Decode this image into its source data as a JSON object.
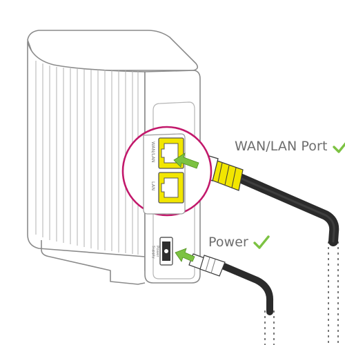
{
  "labels": {
    "wan_lan_port": "WAN/LAN Port",
    "power": "Power"
  },
  "device_text": {
    "port_top": "WAN/LAN",
    "port_bottom": "LAN",
    "power_jack": "Power",
    "power_jack_sub": "Supply"
  },
  "colors": {
    "outline": "#8a8a8a",
    "port_yellow": "#f2e600",
    "magnifier_ring": "#c2186b",
    "arrow_green": "#7cc242",
    "check_green": "#7cc242",
    "cable_dark": "#2b2b2b",
    "label_gray": "#6d6d6d"
  },
  "icons": {
    "check": "check-icon",
    "arrow": "arrow-icon"
  }
}
